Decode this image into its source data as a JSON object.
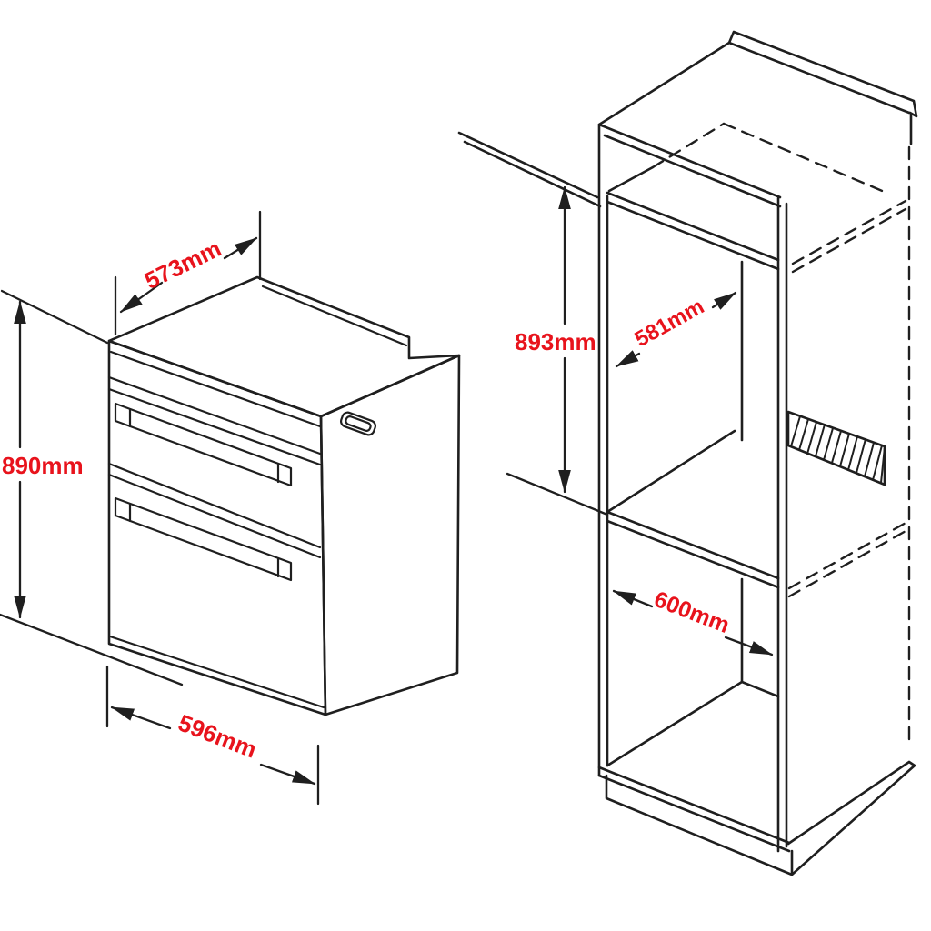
{
  "page": {
    "title": "Built-in double oven installation dimensions diagram",
    "background": "#ffffff"
  },
  "colors": {
    "line": "#1f1f1f",
    "dimension_text": "#e8131c"
  },
  "diagram": {
    "type": "technical-line-drawing",
    "units": "mm",
    "oven": {
      "top_depth_label": "573mm",
      "front_height_label": "890mm",
      "front_width_label": "596mm"
    },
    "cabinet": {
      "aperture_height_label": "893mm",
      "internal_depth_label": "581mm",
      "internal_width_label": "600mm"
    }
  }
}
